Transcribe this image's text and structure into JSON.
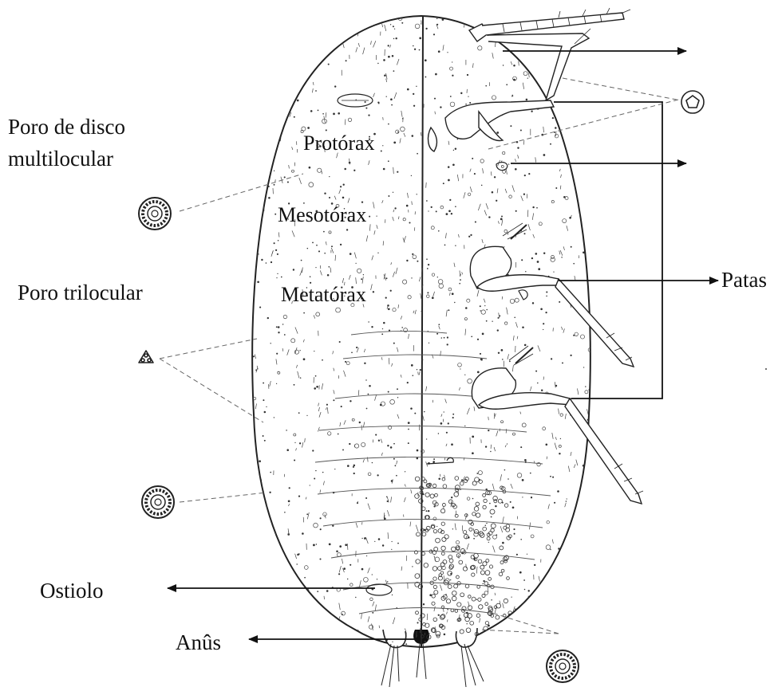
{
  "diagram": {
    "labels": {
      "multilocular_pore": [
        "Poro de disco",
        "multilocular"
      ],
      "trilocular_pore": "Poro trilocular",
      "ostiole": "Ostiolo",
      "anus": "Anûs",
      "legs": "Patas",
      "prothorax": "Protórax",
      "mesothorax": "Mesotórax",
      "metathorax": "Metatórax"
    }
  }
}
